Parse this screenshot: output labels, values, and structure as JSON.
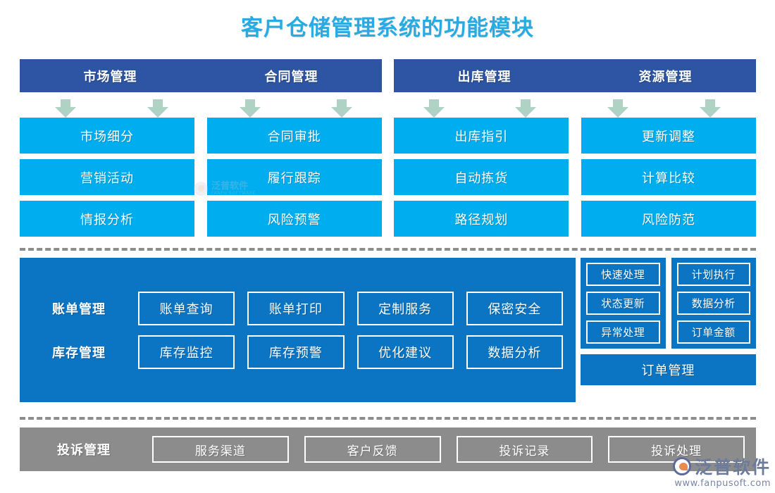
{
  "page": {
    "title": "客户仓储管理系统的功能模块",
    "title_color": "#29abe2",
    "background": "#ffffff"
  },
  "colors": {
    "header_blue": "#2d55a3",
    "cyan": "#00aeef",
    "mid_blue": "#0b75c4",
    "gray": "#8c8c8c",
    "arrow_green": "#aed3c5",
    "dashed_gray": "#8d8d8d"
  },
  "top_section": {
    "headers": [
      {
        "label": "市场管理"
      },
      {
        "label": "合同管理"
      },
      {
        "label": "出库管理"
      },
      {
        "label": "资源管理"
      }
    ],
    "columns": [
      {
        "header": "市场管理",
        "items": [
          "市场细分",
          "营销活动",
          "情报分析"
        ]
      },
      {
        "header": "合同管理",
        "items": [
          "合同审批",
          "履行跟踪",
          "风险预警"
        ]
      },
      {
        "header": "出库管理",
        "items": [
          "出库指引",
          "自动拣货",
          "路径规划"
        ]
      },
      {
        "header": "资源管理",
        "items": [
          "更新调整",
          "计算比较",
          "风险防范"
        ]
      }
    ]
  },
  "middle_section": {
    "rows": [
      {
        "label": "账单管理",
        "items": [
          "账单查询",
          "账单打印",
          "定制服务",
          "保密安全"
        ]
      },
      {
        "label": "库存管理",
        "items": [
          "库存监控",
          "库存预警",
          "优化建议",
          "数据分析"
        ]
      }
    ],
    "right_panel": {
      "left_column": [
        "快速处理",
        "状态更新",
        "异常处理"
      ],
      "right_column": [
        "计划执行",
        "数据分析",
        "订单金额"
      ],
      "footer_label": "订单管理"
    }
  },
  "bottom_section": {
    "label": "投诉管理",
    "items": [
      "服务渠道",
      "客户反馈",
      "投诉记录",
      "投诉处理"
    ]
  },
  "watermarks": {
    "center": {
      "cn": "泛普软件",
      "en": "FANPU SOFTWARE"
    },
    "logo": {
      "cn": "泛普软件",
      "url": "www.fanpusoft.com"
    }
  }
}
